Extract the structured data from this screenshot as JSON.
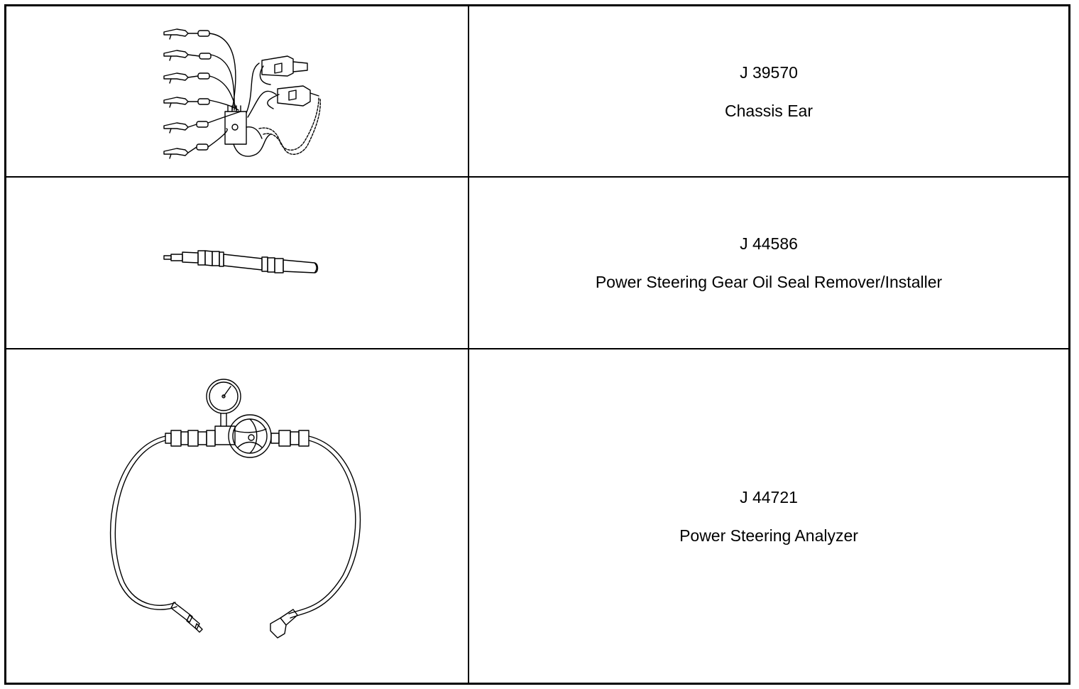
{
  "tools": [
    {
      "number": "J 39570",
      "name": "Chassis Ear",
      "illustration": "chassis-ear-clamps-and-module-icon"
    },
    {
      "number": "J 44586",
      "name": "Power Steering Gear Oil Seal Remover/Installer",
      "illustration": "seal-remover-installer-rod-icon"
    },
    {
      "number": "J 44721",
      "name": "Power Steering Analyzer",
      "illustration": "pressure-gauge-valve-hoses-icon"
    }
  ]
}
